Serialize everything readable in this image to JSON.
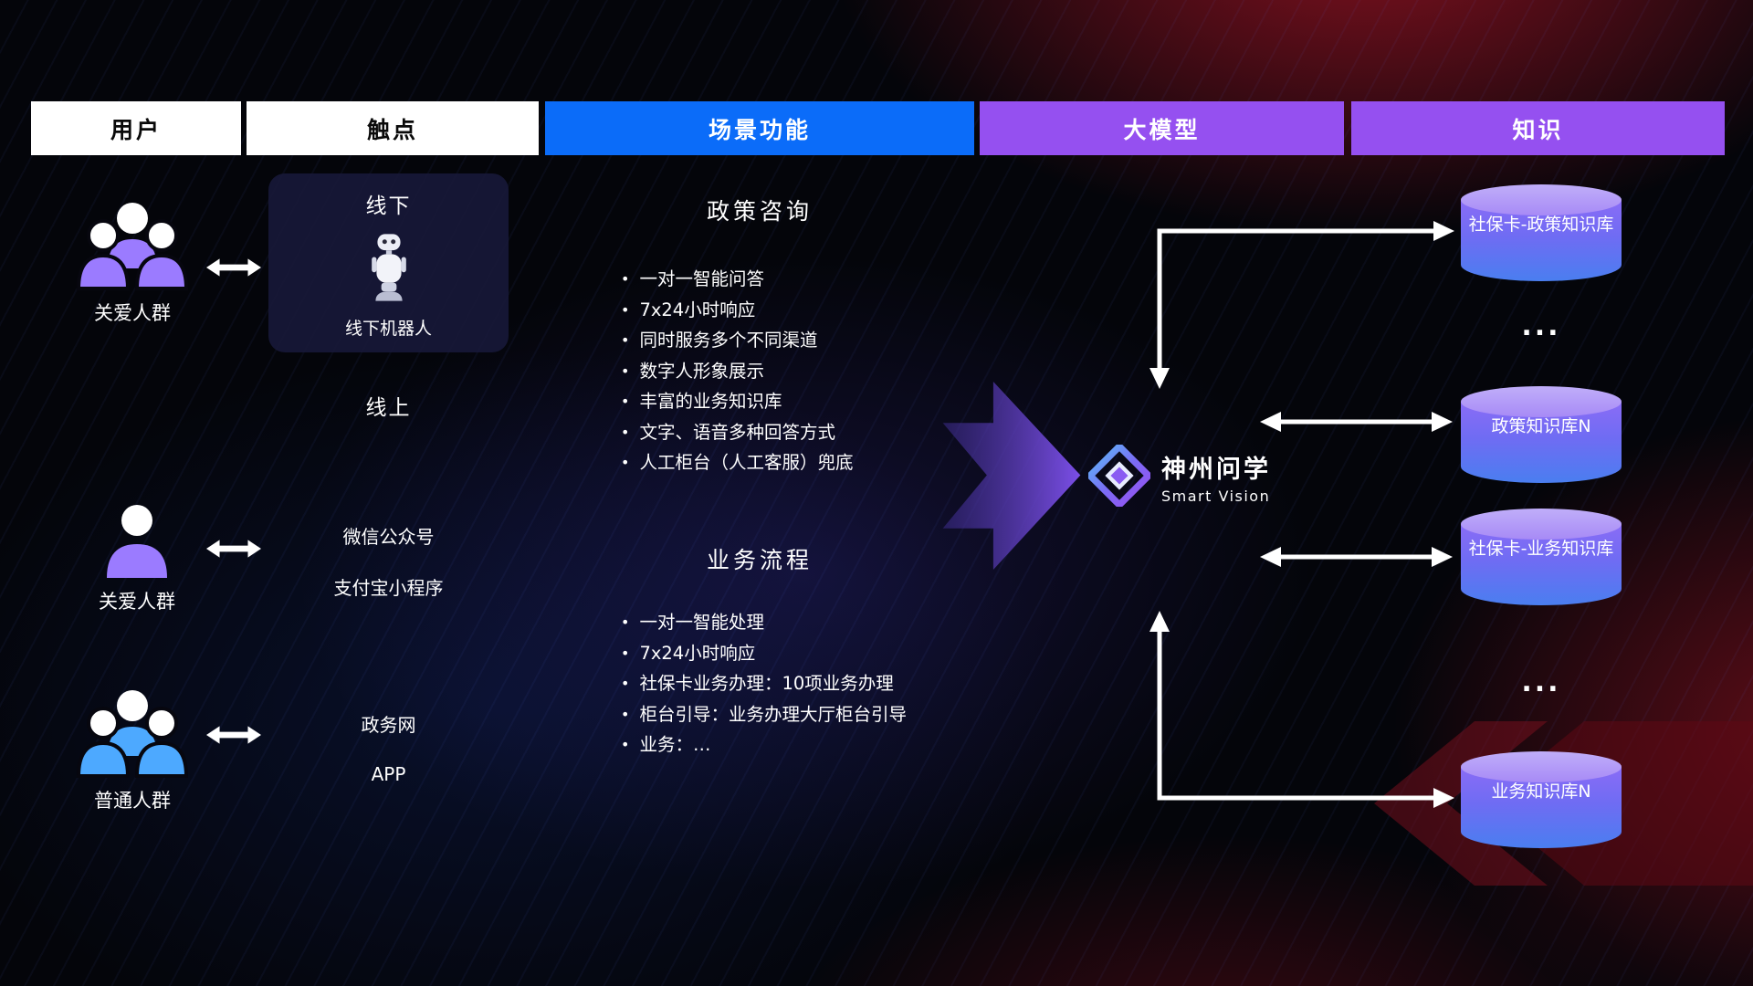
{
  "header": {
    "user": "用户",
    "touchpoint": "触点",
    "scenario": "场景功能",
    "model": "大模型",
    "knowledge": "知识"
  },
  "users": {
    "group1_label": "关爱人群",
    "single_label": "关爱人群",
    "group2_label": "普通人群"
  },
  "touchpoints": {
    "offline_title": "线下",
    "offline_robot": "线下机器人",
    "online_title": "线上",
    "items": [
      "微信公众号",
      "支付宝小程序",
      "政务网",
      "APP"
    ]
  },
  "scenario": {
    "policy_title": "政策咨询",
    "policy_items": [
      "一对一智能问答",
      "7x24小时响应",
      "同时服务多个不同渠道",
      "数字人形象展示",
      "丰富的业务知识库",
      "文字、语音多种回答方式",
      "人工柜台（人工客服）兜底"
    ],
    "process_title": "业务流程",
    "process_items": [
      "一对一智能处理",
      "7x24小时响应",
      "社保卡业务办理：10项业务办理",
      "柜台引导：业务办理大厅柜台引导",
      "业务：…"
    ]
  },
  "model": {
    "name": "神州问学",
    "subtitle": "Smart Vision"
  },
  "knowledge": {
    "db1": "社保卡-政策知识库",
    "dots1": "...",
    "db2": "政策知识库N",
    "db3": "社保卡-业务知识库",
    "dots2": "...",
    "db4": "业务知识库N"
  },
  "icons": {
    "users-group": "three-person silhouette",
    "user-single": "single-person silhouette",
    "bidirectional-arrow": "↔",
    "robot": "service robot",
    "big-flow-arrow": "right chevron arrow",
    "logo-diamond": "faceted diamond",
    "database": "cylinder"
  },
  "colors": {
    "header_blue": "#0b6cf9",
    "header_purple": "#9550f0",
    "icon_purple": "#9b7bff",
    "icon_blue": "#4da9ff",
    "db_top": "#c0aef9",
    "db_body_top": "#8a6cf6",
    "db_body_bottom": "#4a7ef0",
    "arrow_gradient_start": "#3b2b8a",
    "arrow_gradient_end": "#8152f2",
    "connector_white": "#ffffff"
  }
}
